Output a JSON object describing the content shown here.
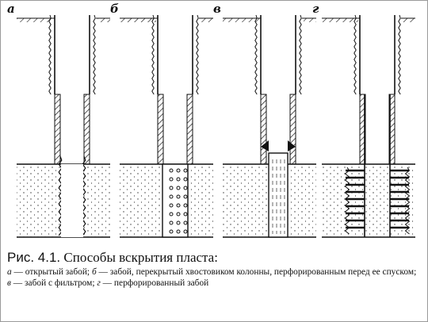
{
  "figure": {
    "panels": [
      {
        "id": "a",
        "letter": "а"
      },
      {
        "id": "b",
        "letter": "б"
      },
      {
        "id": "v",
        "letter": "в"
      },
      {
        "id": "g",
        "letter": "г"
      }
    ]
  },
  "caption": {
    "label": "Рис. 4.1.",
    "title": "Способы вскрытия пласта:",
    "items": [
      {
        "letter": "а",
        "text": " — открытый забой; "
      },
      {
        "letter": "б",
        "text": " — забой, перекрытый хвостовиком колонны, перфорированным перед ее спуском; "
      },
      {
        "letter": "в",
        "text": " — забой с фильтром; "
      },
      {
        "letter": "г",
        "text": " — перфорированный забой"
      }
    ]
  },
  "colors": {
    "ink": "#111111",
    "background": "#ffffff",
    "frame": "#9a9a9a"
  }
}
